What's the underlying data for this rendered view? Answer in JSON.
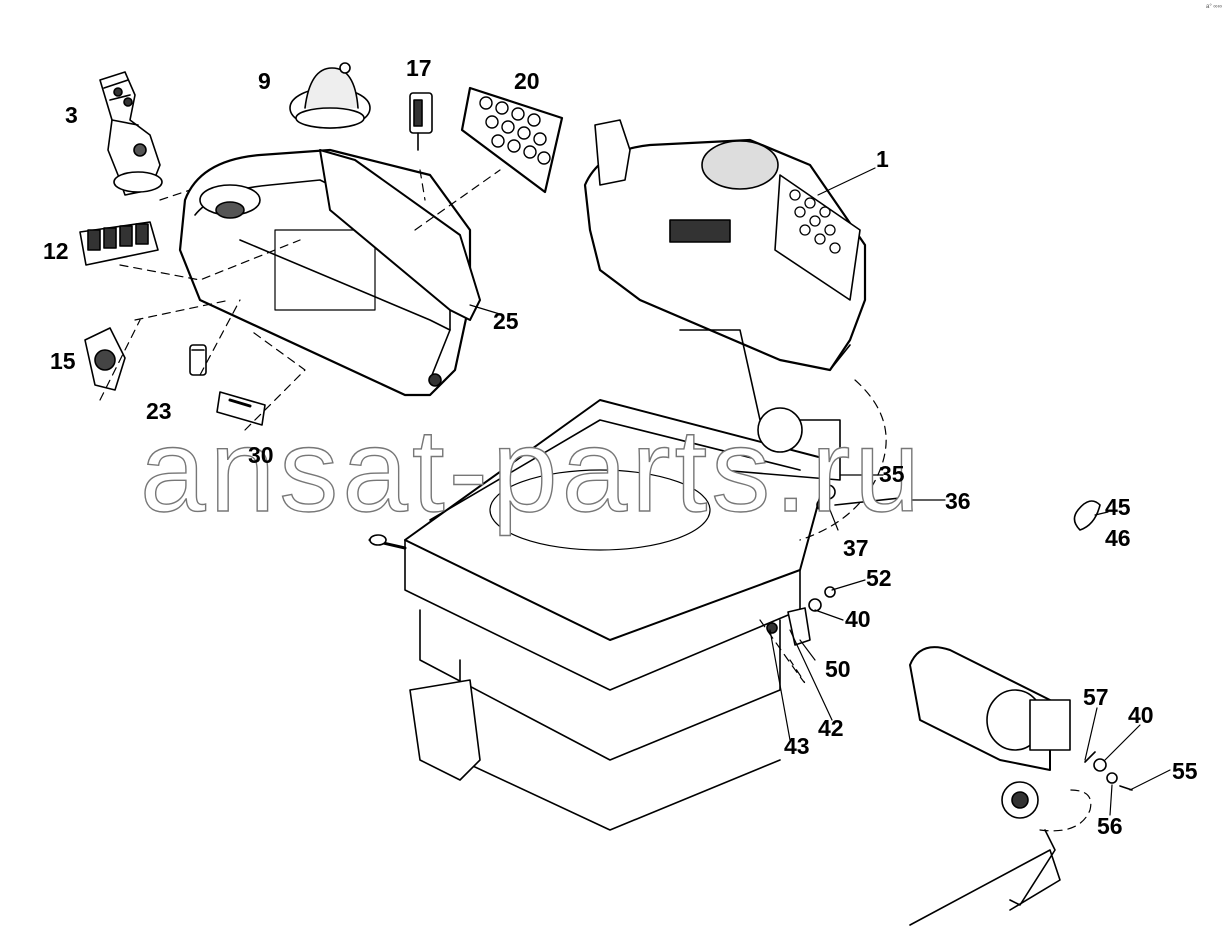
{
  "diagram": {
    "corner_code": "a° ∞∞",
    "watermark": "ansat-parts.ru",
    "callouts": {
      "c1": "1",
      "c3": "3",
      "c9": "9",
      "c12": "12",
      "c15": "15",
      "c17": "17",
      "c20": "20",
      "c23": "23",
      "c25": "25",
      "c30": "30",
      "c35": "35",
      "c36": "36",
      "c37": "37",
      "c40a": "40",
      "c40b": "40",
      "c42": "42",
      "c43": "43",
      "c45": "45",
      "c46": "46",
      "c50": "50",
      "c52": "52",
      "c55": "55",
      "c56": "56",
      "c57": "57"
    }
  }
}
